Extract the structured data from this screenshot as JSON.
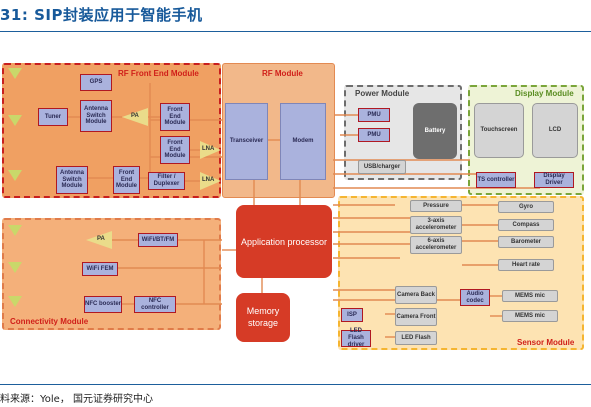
{
  "caption": "31:   SIP封装应用于智能手机",
  "source": "料来源：Yole，  国元证券研究中心",
  "modules": {
    "rf_front_end": "RF Front End Module",
    "rf_module": "RF Module",
    "power": "Power Module",
    "display": "Display Module",
    "connectivity": "Connectivity Module",
    "sensor": "Sensor Module"
  },
  "blocks": {
    "gps": "GPS",
    "tuner": "Tuner",
    "antenna_switch_1": "Antenna Switch Module",
    "pa_1": "PA",
    "front_end_1": "Front End Module",
    "front_end_2": "Front End Module",
    "lna_1": "LNA",
    "antenna_switch_2": "Antenna Switch Module",
    "front_end_3": "Front End Module",
    "filter": "Filter / Duplexer",
    "lna_2": "LNA",
    "transceiver": "Transceiver",
    "modem": "Modem",
    "pmu_1": "PMU",
    "pmu_2": "PMU",
    "battery": "Battery",
    "usb": "USB/charger",
    "touchscreen": "Touchscreen",
    "lcd": "LCD",
    "ts_controller": "TS controller",
    "display_driver": "Display Driver",
    "pa_2": "PA",
    "wifi_bt_fm": "WiFi/BT/FM",
    "wifi_fem": "WiFi FEM",
    "nfc_booster": "NFC booster",
    "nfc_controller": "NFC controller",
    "app_processor": "Application processor",
    "memory": "Memory storage",
    "pressure": "Pressure",
    "accel_3": "3-axis accelerometer",
    "accel_6": "6-axis accelerometer",
    "gyro": "Gyro",
    "compass": "Compass",
    "barometer": "Barometer",
    "heart_rate": "Heart rate",
    "camera_back": "Camera Back",
    "camera_front": "Camera Front",
    "isp": "ISP",
    "led_driver": "LED Flash driver",
    "led_flash": "LED Flash",
    "audio_codec": "Audio codec",
    "mems_mic_1": "MEMS mic",
    "mems_mic_2": "MEMS mic"
  },
  "colors": {
    "caption_blue": "#17599a",
    "rf_fill": "#f0a062",
    "rf_border": "#c81e1e",
    "module_title_red": "#d0201a",
    "processor_red": "#d63b26",
    "block_fill": "#aab2dd",
    "power_fill": "#e6e6e6",
    "display_fill": "#eef3d6",
    "display_border": "#7aa53a",
    "sensor_fill": "#fde3b2",
    "sensor_border": "#f5b531",
    "antenna_green": "#c9d86a",
    "connector_orange": "#e28a52"
  }
}
